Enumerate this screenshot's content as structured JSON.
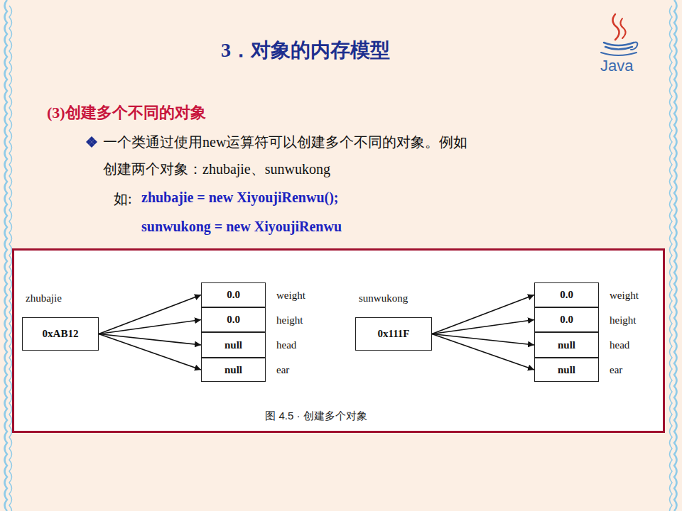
{
  "diagram": {
    "title": "3．对象的内存模型",
    "caption": "图 4.5 · 创建多个对象",
    "nodes": [
      {
        "text": [
          "zhubajie",
          "0xAB12"
        ]
      },
      {
        "text": [
          "0.0",
          "weight"
        ]
      },
      {
        "text": [
          "0.0",
          "height"
        ]
      },
      {
        "text": [
          "null",
          "head"
        ]
      },
      {
        "text": [
          "null",
          "ear"
        ]
      },
      {
        "text": [
          "sunwukong",
          "0x111F"
        ]
      },
      {
        "text": [
          "0.0",
          "weight"
        ]
      },
      {
        "text": [
          "0.0",
          "height"
        ]
      },
      {
        "text": [
          "null",
          "head"
        ]
      },
      {
        "text": [
          "null",
          "ear"
        ]
      }
    ],
    "edges": [
      {
        "from": 0,
        "to": 1,
        "arrow": "to"
      },
      {
        "from": 0,
        "to": 2,
        "arrow": "to"
      },
      {
        "from": 0,
        "to": 3,
        "arrow": "to"
      },
      {
        "from": 0,
        "to": 4,
        "arrow": "to"
      },
      {
        "from": 5,
        "to": 6,
        "arrow": "to"
      },
      {
        "from": 5,
        "to": 7,
        "arrow": "to"
      },
      {
        "from": 5,
        "to": 8,
        "arrow": "to"
      },
      {
        "from": 5,
        "to": 9,
        "arrow": "to"
      }
    ],
    "labels": [
      "(3)创建多个不同的对象",
      "一个类通过使用new运算符可以创建多个不同的对象。例如",
      "创建两个对象：zhubajie、sunwukong",
      "如:",
      "zhubajie = new XiyoujiRenwu();",
      "sunwukong = new XiyoujiRenwu",
      "Java"
    ]
  }
}
